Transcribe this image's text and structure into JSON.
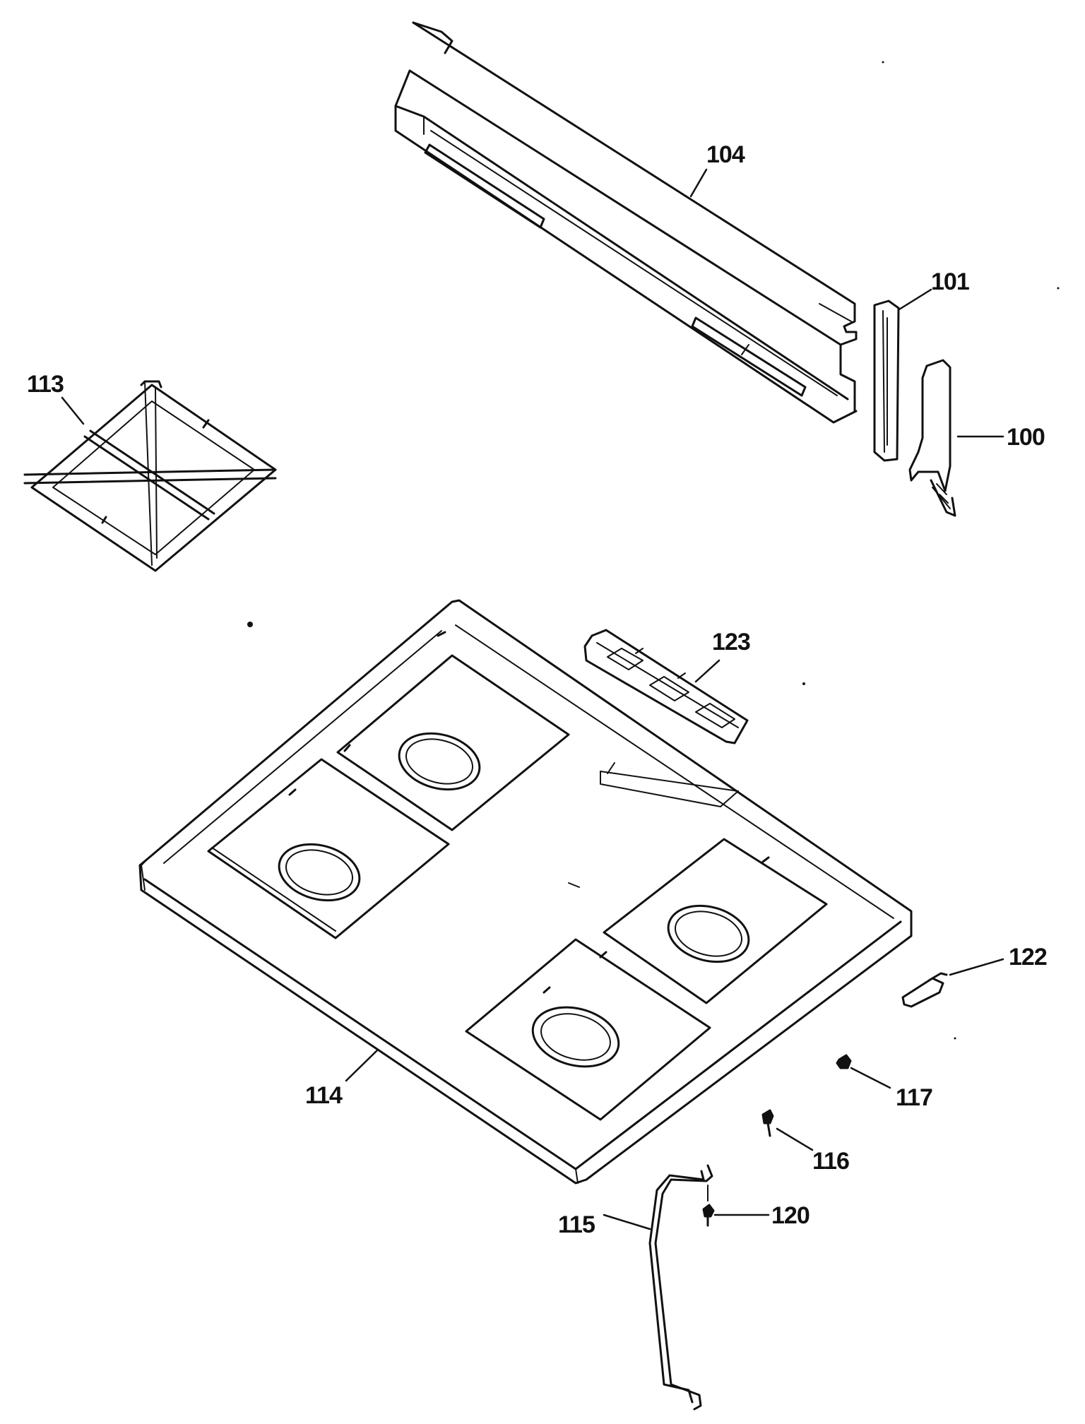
{
  "colors": {
    "ink": "#111111",
    "paper": "#ffffff"
  },
  "callouts": {
    "part_104": "104",
    "part_101": "101",
    "part_100": "100",
    "part_113": "113",
    "part_123": "123",
    "part_114": "114",
    "part_122": "122",
    "part_117": "117",
    "part_116": "116",
    "part_120": "120",
    "part_115": "115"
  }
}
